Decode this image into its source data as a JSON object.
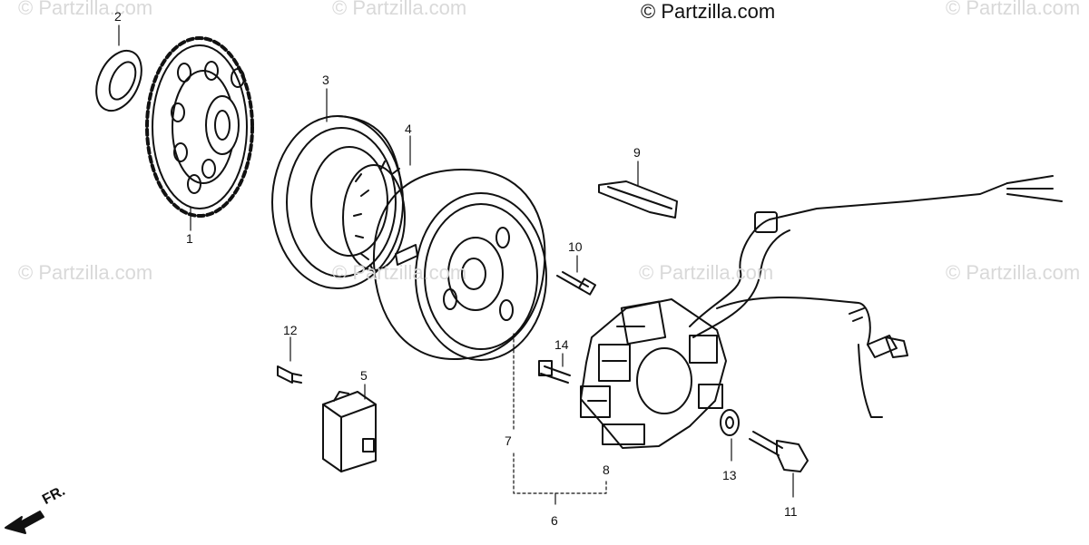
{
  "watermarks": {
    "main": "© Partzilla.com",
    "faded": "© Partzilla.com"
  },
  "callouts": [
    "1",
    "2",
    "3",
    "4",
    "5",
    "6",
    "7",
    "8",
    "9",
    "10",
    "11",
    "12",
    "13",
    "14"
  ],
  "direction_label": "FR."
}
